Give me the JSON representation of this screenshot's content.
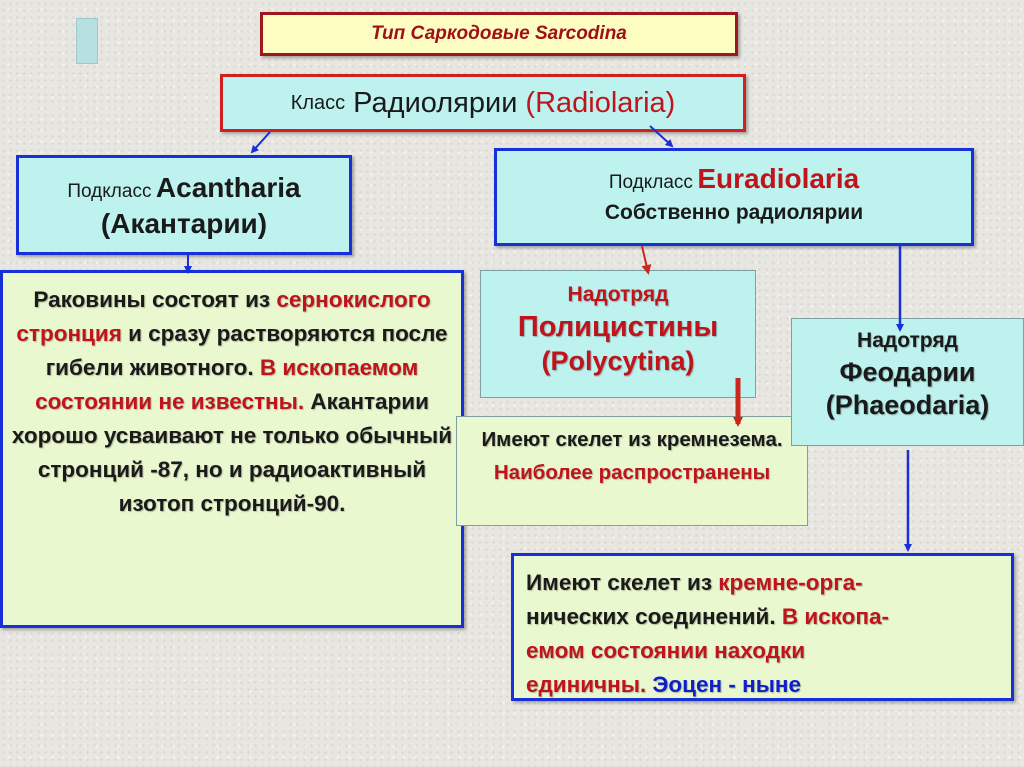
{
  "type_box": {
    "text": "Тип Саркодовые Sarcodina"
  },
  "class_box": {
    "prefix": "Класс",
    "name": "Радиолярии",
    "latin": "(Radiolaria)"
  },
  "subclass_acantharia": {
    "prefix": "Подкласс",
    "latin": "Acantharia",
    "russian": "(Акантарии)"
  },
  "subclass_euradiolaria": {
    "prefix": "Подкласс",
    "latin": "Euradiolaria",
    "russian": "Собственно радиолярии"
  },
  "acantharia_description": {
    "segments": [
      {
        "text": "Раковины состоят из ",
        "color": "dark"
      },
      {
        "text": "сернокислого стронция",
        "color": "red"
      },
      {
        "text": " и сразу растворяются после гибели животного. ",
        "color": "dark"
      },
      {
        "text": "В ископаемом состоянии не известны.",
        "color": "red"
      },
      {
        "text": " Акантарии хорошо усваивают  не только обычный стронций -87, но и радиоактивный изотоп стронций-90.",
        "color": "dark"
      }
    ]
  },
  "superorder_polycystina": {
    "label": "Надотряд",
    "russian": "Полицистины",
    "latin": "(Polycytina)"
  },
  "polycystina_description": {
    "segments": [
      {
        "text": "Имеют скелет из кремнезема. ",
        "color": "dark"
      },
      {
        "text": "Наиболее распространены",
        "color": "red"
      }
    ]
  },
  "superorder_phaeodaria": {
    "label": "Надотряд",
    "russian": "Феодарии",
    "latin": "(Phaeodaria)"
  },
  "phaeodaria_description": {
    "lines": [
      [
        {
          "text": "Имеют скелет из ",
          "color": "dark"
        },
        {
          "text": "кремне-орга-",
          "color": "red"
        }
      ],
      [
        {
          "text": "нических соединений. ",
          "color": "dark"
        },
        {
          "text": "В ископа-",
          "color": "red"
        }
      ],
      [
        {
          "text": "емом состоянии находки",
          "color": "red"
        }
      ],
      [
        {
          "text": "единичны. ",
          "color": "red"
        },
        {
          "text": "Эоцен - ныне",
          "color": "blue"
        }
      ]
    ]
  },
  "colors": {
    "red": "#c0141c",
    "dark": "#1a1a1a",
    "blue": "#1020c8",
    "arrow_blue": "#1830d8",
    "arrow_red": "#c8281e"
  }
}
